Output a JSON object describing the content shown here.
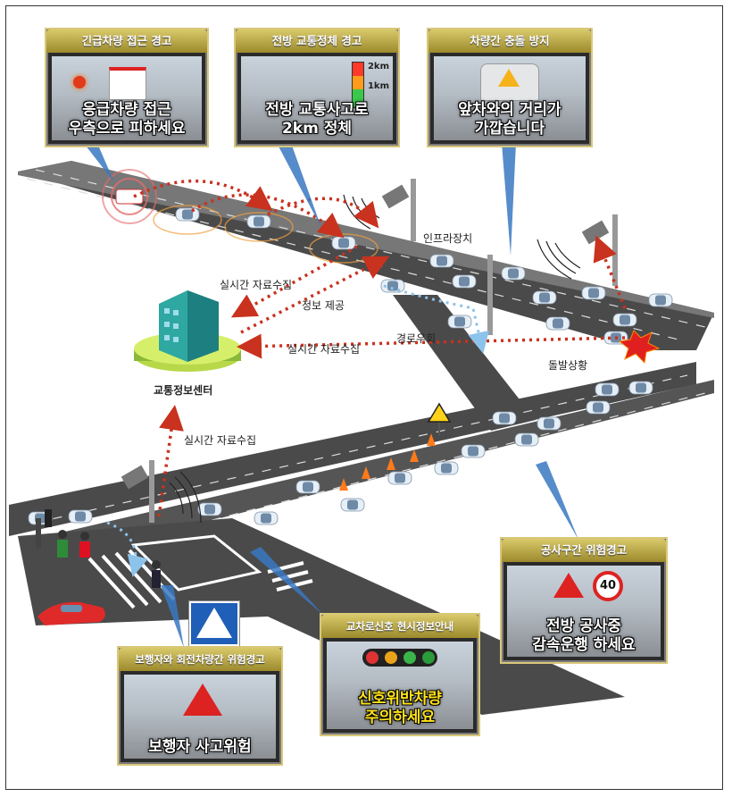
{
  "panels": {
    "emergency": {
      "title": "긴급차량 접근 경고",
      "message": "응급차량 접근\n우측으로 피하세요"
    },
    "congestion": {
      "title": "전방 교통정체 경고",
      "message": "전방 교통사고로\n2km 정체",
      "gauge_top": "2km",
      "gauge_mid": "1km"
    },
    "collision": {
      "title": "차량간 충돌 방지",
      "message": "앞차와의 거리가\n가깝습니다"
    },
    "construction": {
      "title": "공사구간 위험경고",
      "message": "전방 공사중\n감속운행 하세요",
      "speed_limit": "40"
    },
    "signal": {
      "title": "교차로신호 현시정보안내",
      "message": "신호위반차량\n주의하세요"
    },
    "pedestrian": {
      "title": "보행자와 회전차량간 위험경고",
      "message": "보행자 사고위험"
    }
  },
  "labels": {
    "infra": "인프라장치",
    "realtime1": "실시간 자료수집",
    "info": "정보 제공",
    "realtime2": "실시간 자료수집",
    "detour": "경로우회",
    "incident": "돌발상황",
    "center": "교통정보센터",
    "realtime3": "실시간 자료수집"
  },
  "colors": {
    "panel_header": "#c8b54a",
    "road": "#4a4a4a",
    "arrow": "#c8321e",
    "detour_arrow": "#8cc3ea",
    "leader": "#3a78c2",
    "building": "#2ea8a0"
  },
  "icons": [
    "rse-antenna-icon",
    "warning-triangle-icon",
    "construction-sign-icon",
    "pedestrian-crossing-sign-icon",
    "traffic-light-icon",
    "crash-burst-icon"
  ]
}
